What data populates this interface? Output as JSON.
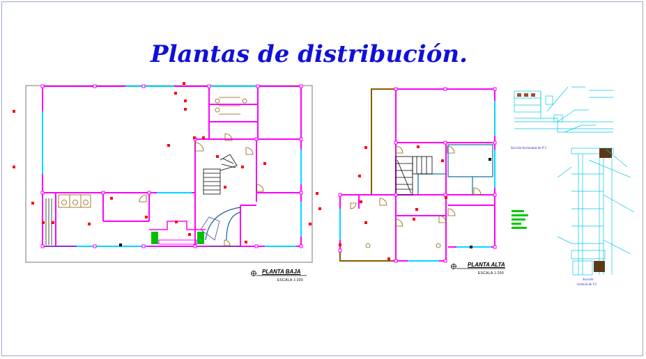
{
  "title": "Plantas de distribución.",
  "plans": [
    {
      "name": "PLANTA BAJA",
      "scale": "ESCALA 1:200"
    },
    {
      "name": "PLANTA ALTA",
      "scale": "ESCALA 1:200"
    }
  ],
  "sections": {
    "horizontal": "Sección horizontal de P 2",
    "vertical_line1": "Sección",
    "vertical_line2": "vertical de V2"
  },
  "colors": {
    "wall": "#ff00ff",
    "window": "#00d8ff",
    "column": "#ff0000",
    "stairs": "#000000",
    "door": "#8b5a00",
    "title": "#1010d8",
    "detail": "#00c8e8",
    "legend": "#00c800"
  },
  "icons": [
    "north-arrow-icon",
    "door-swing-icon",
    "column-marker-icon"
  ]
}
